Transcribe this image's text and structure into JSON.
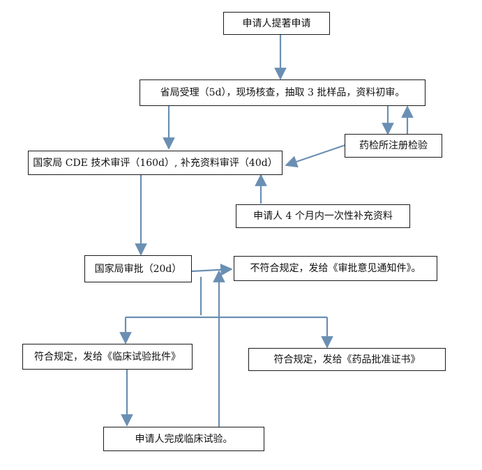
{
  "nodes": {
    "apply": "申请人提著申请",
    "provincial": "省局受理（5d），现场核查，抽取 3 批样品，资料初审。",
    "drug_test": "药检所注册检验",
    "cde_review": "国家局 CDE 技术审评（160d）, 补充资料审评（40d）",
    "supplement": "申请人 4 个月内一次性补充资料",
    "approval": "国家局审批（20d）",
    "not_comply": "不符合规定，发给《审批意见通知件》。",
    "comply_clinical": "符合规定，发给《临床试验批件》",
    "comply_certificate": "符合规定，发给《药品批准证书》",
    "complete_trial": "申请人完成临床试验。"
  },
  "colors": {
    "arrow": "#6a8fb3",
    "border": "#1a1a1a"
  }
}
